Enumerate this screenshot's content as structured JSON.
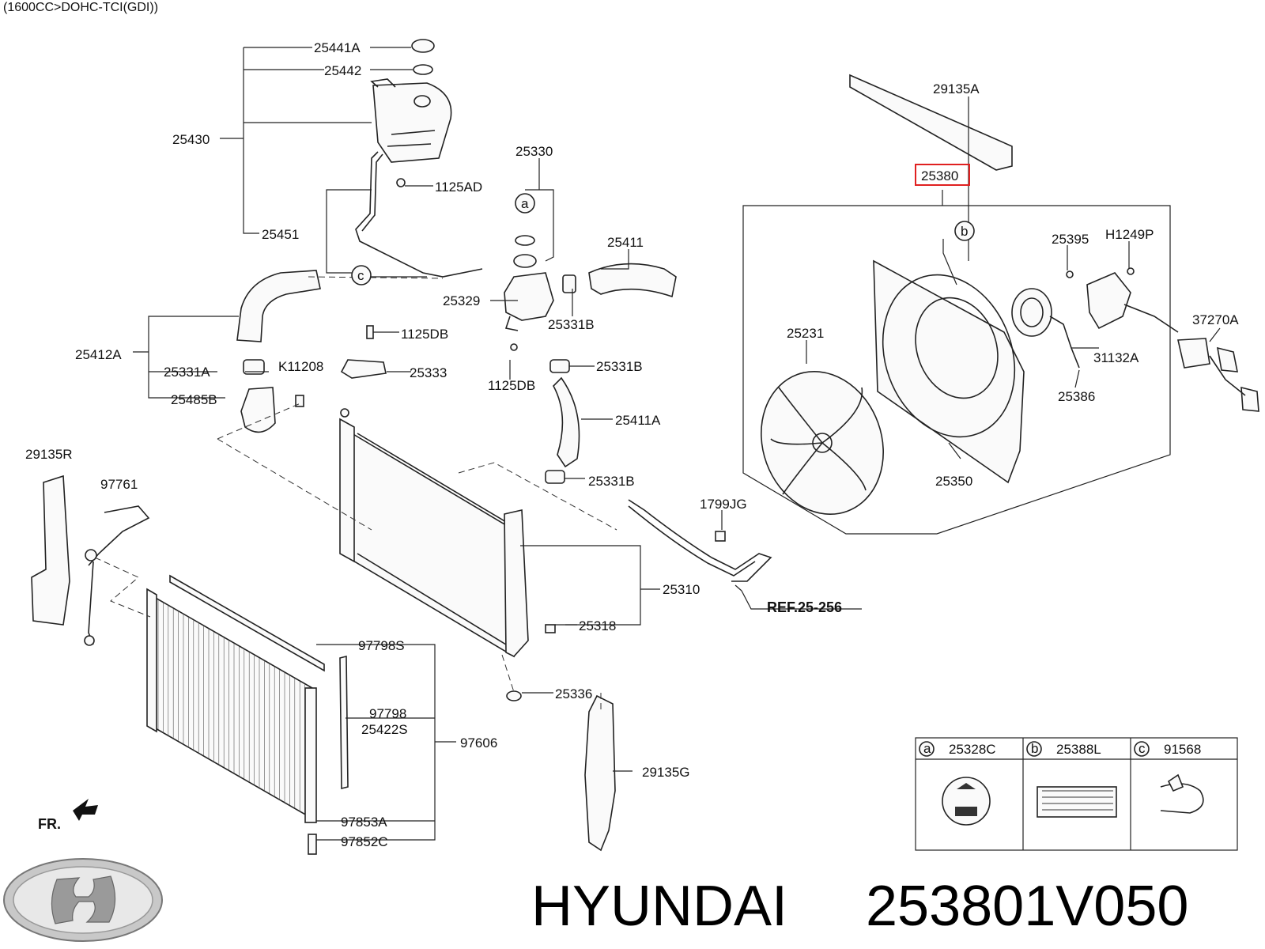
{
  "header": {
    "engine_note": "(1600CC>DOHC-TCI(GDI))"
  },
  "brand": {
    "name": "HYUNDAI",
    "part_number": "253801V050",
    "logo": "hyundai-logo"
  },
  "orientation": {
    "label": "FR."
  },
  "reference": {
    "label": "REF.25-256"
  },
  "highlight_color": "#e02020",
  "labels": {
    "p25441A": "25441A",
    "p25442": "25442",
    "p25430": "25430",
    "p1125AD": "1125AD",
    "p25451": "25451",
    "p25330": "25330",
    "p25411": "25411",
    "p25329": "25329",
    "p25331B_1": "25331B",
    "p25412A": "25412A",
    "p1125DB_1": "1125DB",
    "p25331A": "25331A",
    "pK11208": "K11208",
    "p25333": "25333",
    "p1125DB_2": "1125DB",
    "p25331B_2": "25331B",
    "p25485B": "25485B",
    "p25411A": "25411A",
    "p29135R": "29135R",
    "p97761": "97761",
    "p25331B_3": "25331B",
    "p1799JG": "1799JG",
    "p25310": "25310",
    "p25318": "25318",
    "p97798S": "97798S",
    "p25336": "25336",
    "p97798": "97798",
    "p25422S": "25422S",
    "p97606": "97606",
    "p29135G": "29135G",
    "p97853A": "97853A",
    "p97852C": "97852C",
    "p29135A": "29135A",
    "p25380": "25380",
    "p25395": "25395",
    "pH1249P": "H1249P",
    "p37270A": "37270A",
    "p25231": "25231",
    "p31132A": "31132A",
    "p25386": "25386",
    "p25350": "25350",
    "call_a": "a",
    "call_b": "b",
    "call_c": "c"
  },
  "legend": {
    "items": [
      {
        "key": "a",
        "part": "25328C"
      },
      {
        "key": "b",
        "part": "25388L"
      },
      {
        "key": "c",
        "part": "91568"
      }
    ]
  }
}
